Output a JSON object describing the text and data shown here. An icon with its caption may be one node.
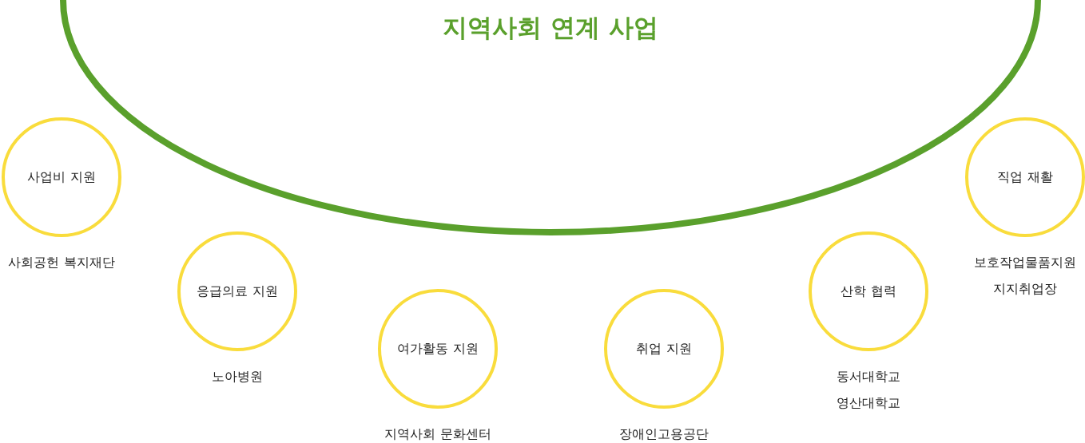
{
  "diagram": {
    "nodes": [
      {
        "text": [
          "지역사회 연계 사업"
        ]
      },
      {
        "text": [
          "사업비 지원"
        ],
        "beside": [
          "사회공헌 복지재단"
        ]
      },
      {
        "text": [
          "응급의료 지원"
        ],
        "beside": [
          "노아병원"
        ]
      },
      {
        "text": [
          "여가활동 지원"
        ],
        "beside": [
          "지역사회 문화센터"
        ]
      },
      {
        "text": [
          "취업 지원"
        ],
        "beside": [
          "장애인고용공단"
        ]
      },
      {
        "text": [
          "산학 협력"
        ],
        "beside": [
          "동서대학교",
          "영산대학교"
        ]
      },
      {
        "text": [
          "직업 재활"
        ],
        "beside": [
          "보호작업물품지원",
          "지지취업장"
        ]
      }
    ]
  }
}
